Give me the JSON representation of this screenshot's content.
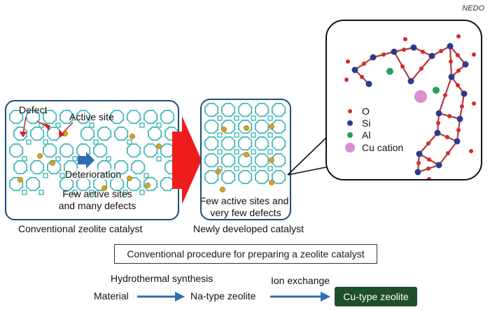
{
  "credit": "NEDO",
  "conventional": {
    "defect_label": "Defect",
    "active_site_label": "Active site",
    "deterioration_label": "Deterioration",
    "summary_line1": "Few active sites",
    "summary_line2": "and many defects",
    "caption": "Conventional zeolite catalyst"
  },
  "new_catalyst": {
    "summary_line1": "Few active sites and",
    "summary_line2": "very few defects",
    "caption": "Newly developed catalyst"
  },
  "legend": {
    "items": [
      {
        "label": "O",
        "color": "#d62a2a"
      },
      {
        "label": "Si",
        "color": "#2b3a8f"
      },
      {
        "label": "Al",
        "color": "#23a05a"
      },
      {
        "label": "Cu cation",
        "color": "#d98fd0"
      }
    ]
  },
  "procedure": {
    "title": "Conventional procedure for preparing a zeolite catalyst",
    "step1_label": "Hydrothermal synthesis",
    "step2_label": "Ion exchange",
    "material": "Material",
    "na_zeolite": "Na-type zeolite",
    "cu_zeolite": "Cu-type zeolite"
  },
  "colors": {
    "frame": "#45b6b8",
    "gold": "#d9a21b",
    "panel_border": "#1f4e79",
    "red_arrow": "#ee1c1c",
    "blue_arrow": "#2f6db3",
    "cu_box": "#1e4f2b"
  }
}
